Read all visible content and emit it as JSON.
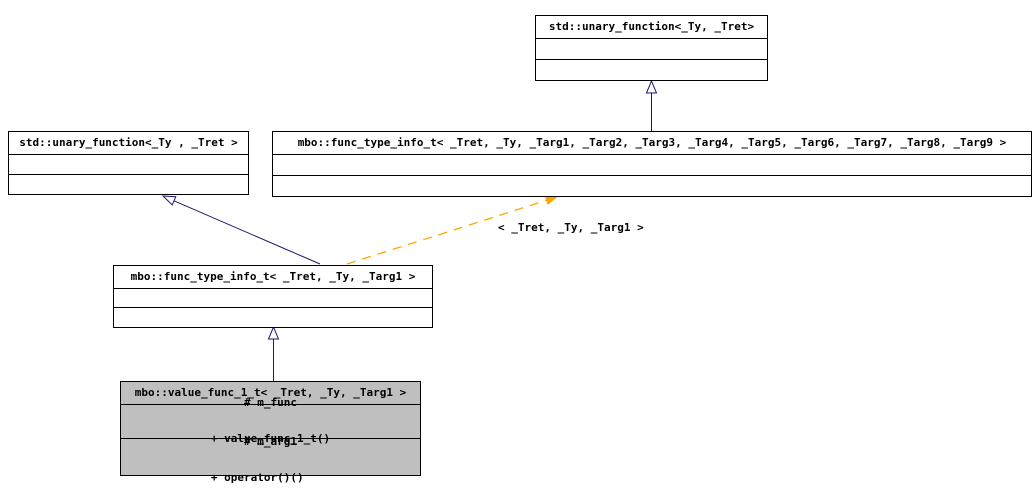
{
  "diagram": {
    "type": "uml-class-inheritance-graph",
    "colors": {
      "box_border": "#000000",
      "box_fill": "#ffffff",
      "highlight_fill": "#bfbfbf",
      "inheritance_edge": "#191970",
      "template_edge": "#ffa500",
      "text": "#000000",
      "background": "#ffffff"
    },
    "classes": [
      {
        "name": "std::unary_function<_Ty, _Tret>"
      },
      {
        "name": "std::unary_function<_Ty , _Tret >"
      },
      {
        "name": "mbo::func_type_info_t< _Tret, _Ty, _Targ1, _Targ2, _Targ3, _Targ4, _Targ5, _Targ6, _Targ7, _Targ8, _Targ9 >"
      },
      {
        "name": "mbo::func_type_info_t< _Tret, _Ty, _Targ1 >"
      },
      {
        "name": "mbo::value_func_1_t< _Tret, _Ty, _Targ1 >",
        "attributes": [
          "# m_func",
          "# m_arg1"
        ],
        "methods": [
          "+ value_func_1_t()",
          "+ operator()()"
        ]
      }
    ],
    "edges": {
      "template_instantiation_label": "< _Tret, _Ty, _Targ1 >"
    }
  }
}
